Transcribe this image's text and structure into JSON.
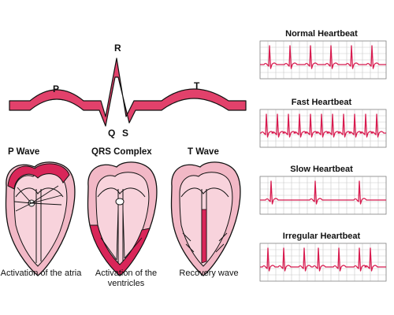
{
  "wave_labels": {
    "p": "P",
    "r": "R",
    "q": "Q",
    "s": "S",
    "t": "T"
  },
  "hearts": [
    {
      "title": "P Wave",
      "caption": "Activation of the atria"
    },
    {
      "title": "QRS Complex",
      "caption": "Activation of the ventricles"
    },
    {
      "title": "T Wave",
      "caption": "Recovery wave"
    }
  ],
  "rhythms": [
    {
      "title": "Normal Heartbeat",
      "pattern": "normal"
    },
    {
      "title": "Fast Heartbeat",
      "pattern": "fast"
    },
    {
      "title": "Slow Heartbeat",
      "pattern": "slow"
    },
    {
      "title": "Irregular Heartbeat",
      "pattern": "irregular"
    }
  ],
  "colors": {
    "wave_fill": "#e2416b",
    "heart_outer": "#f2b8c6",
    "heart_inner": "#f8d3dc",
    "heart_active": "#d92659",
    "ecg_trace": "#d81b4f",
    "ecg_grid": "#c9c9c9"
  }
}
